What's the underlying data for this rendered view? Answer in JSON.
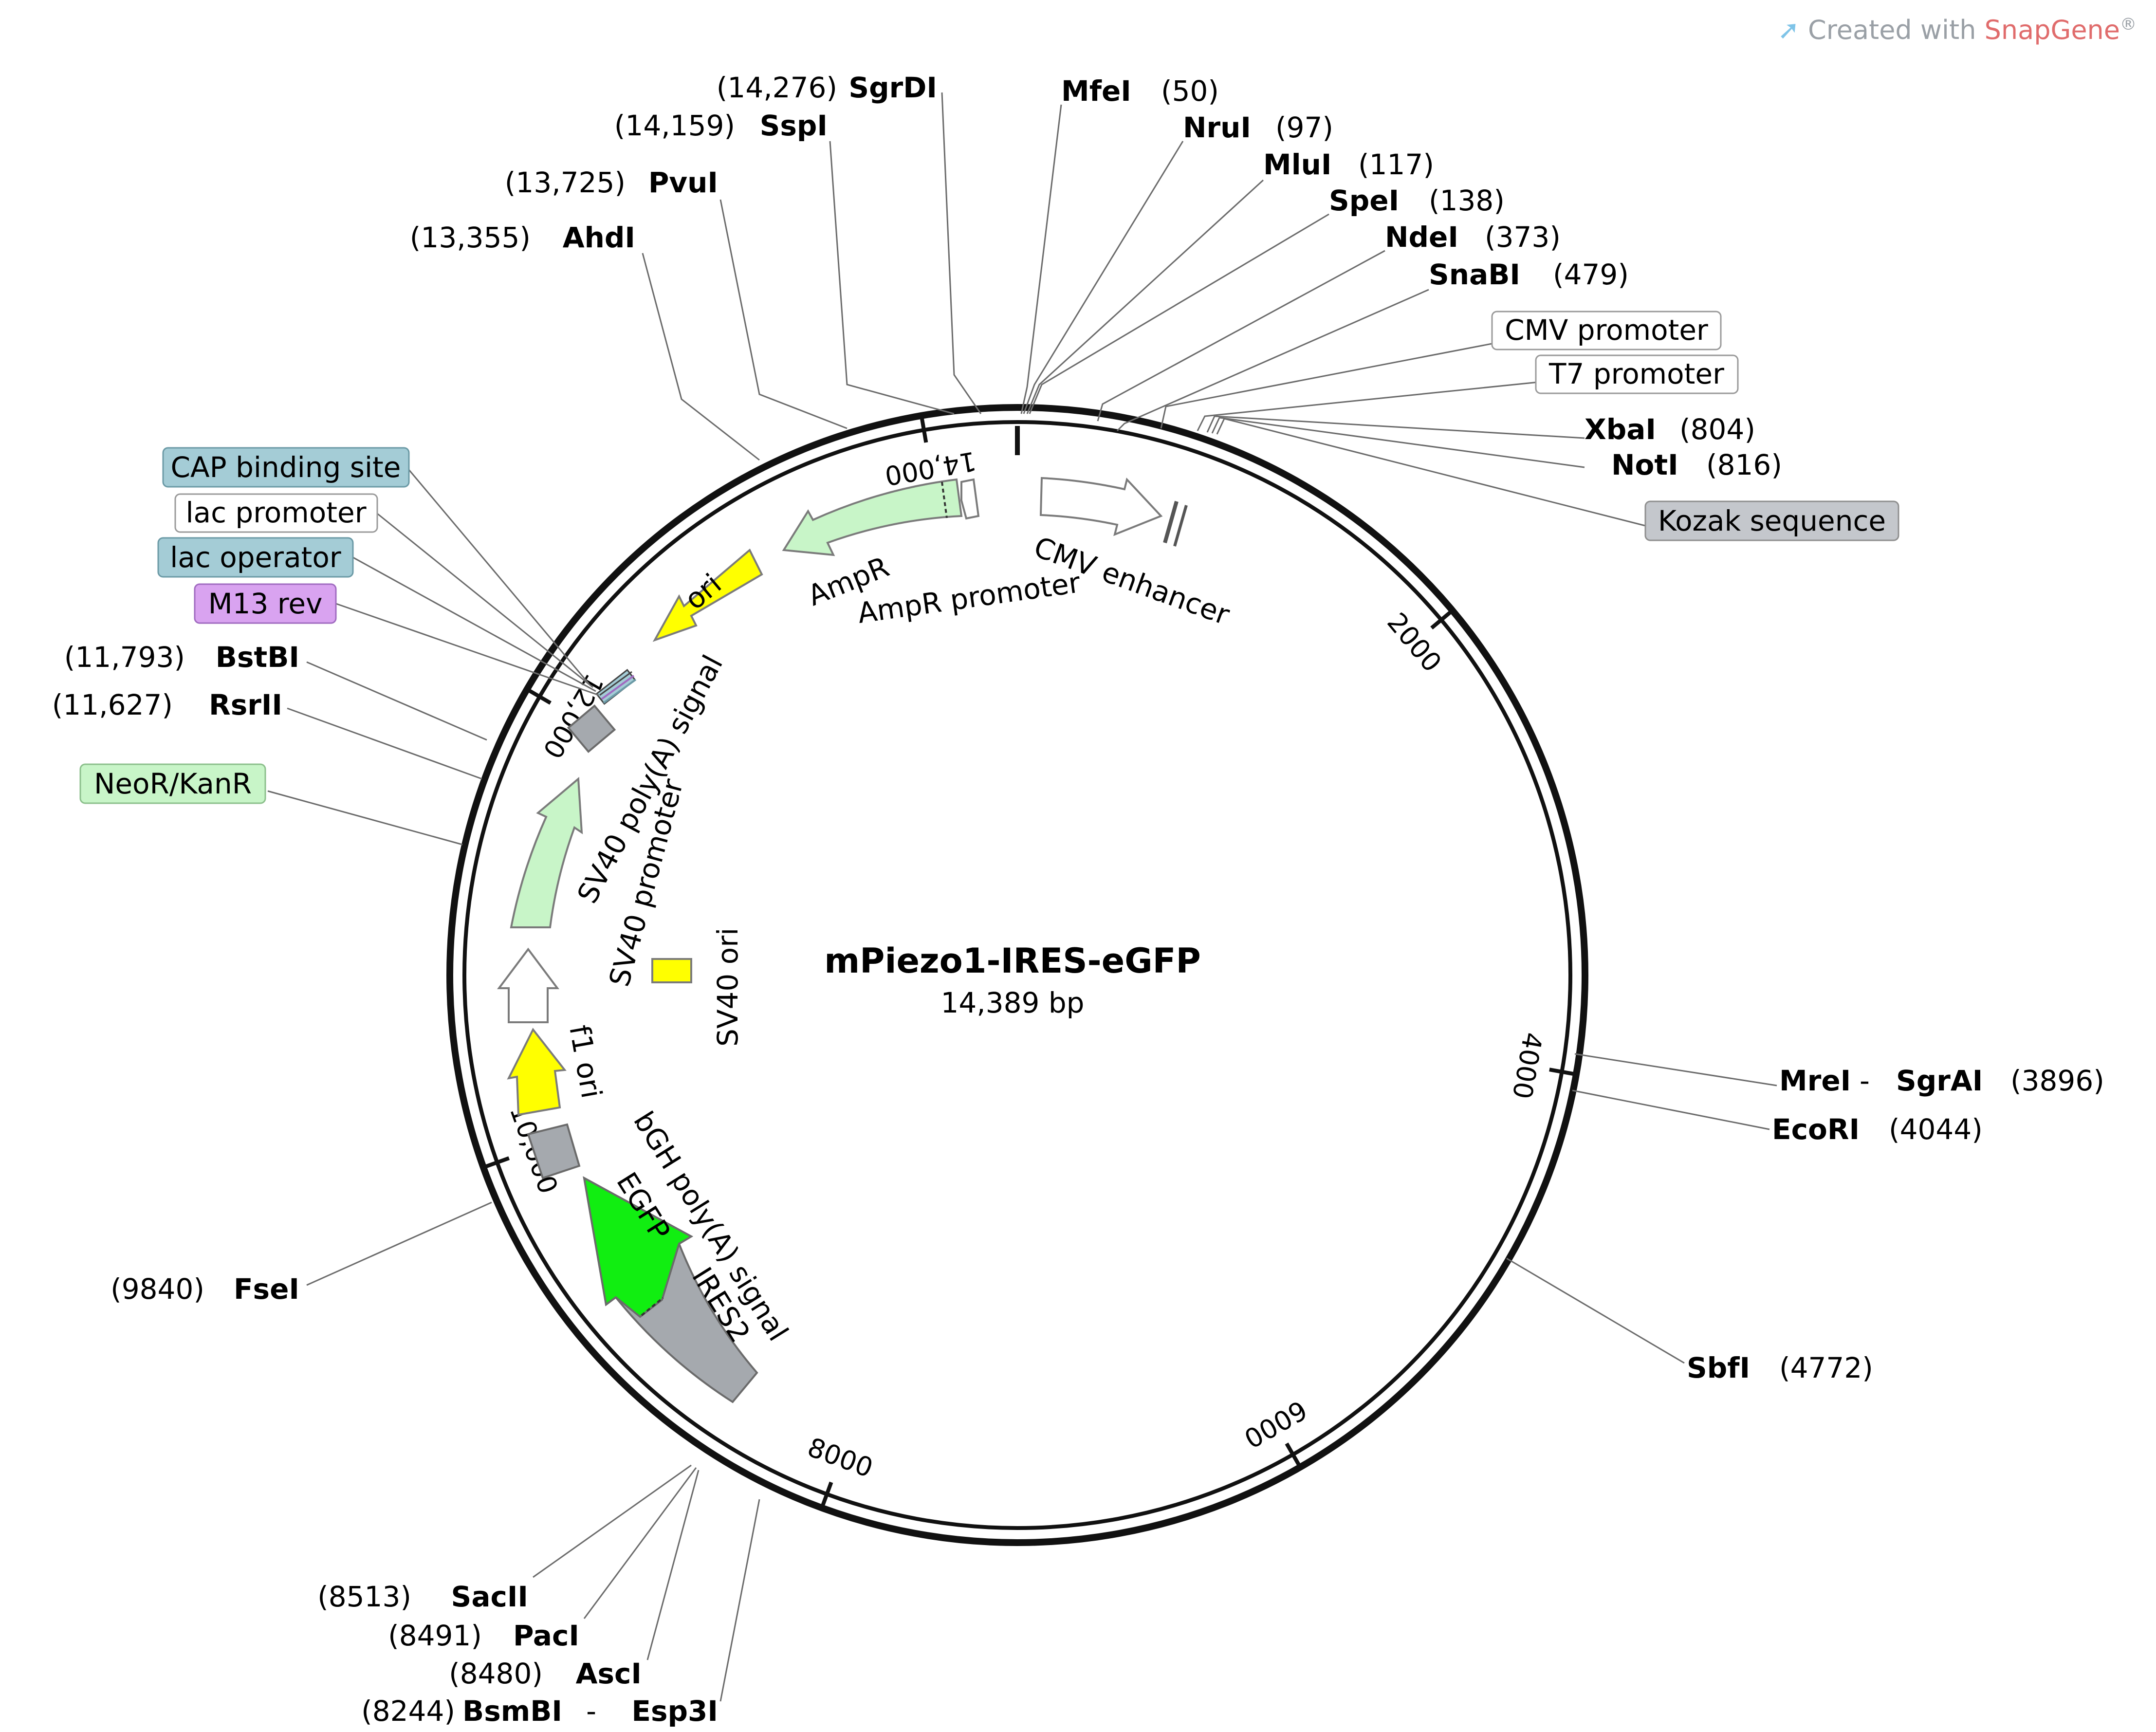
{
  "credit": {
    "prefix": "Created with ",
    "brand": "SnapGene",
    "mark": "®"
  },
  "plasmid": {
    "name": "mPiezo1-IRES-eGFP",
    "size_label": "14,389 bp",
    "length": 14389
  },
  "ticks": [
    {
      "pos": 2000,
      "label": "2000"
    },
    {
      "pos": 4000,
      "label": "4000"
    },
    {
      "pos": 6000,
      "label": "6000"
    },
    {
      "pos": 8000,
      "label": "8000"
    },
    {
      "pos": 10000,
      "label": "10,000"
    },
    {
      "pos": 12000,
      "label": "12,000"
    },
    {
      "pos": 14000,
      "label": "14,000"
    }
  ],
  "enzymes": [
    {
      "name": "SgrDI",
      "pos_label": "(14,276)",
      "pos": 14276
    },
    {
      "name": "SspI",
      "pos_label": "(14,159)",
      "pos": 14159
    },
    {
      "name": "PvuI",
      "pos_label": "(13,725)",
      "pos": 13725
    },
    {
      "name": "AhdI",
      "pos_label": "(13,355)",
      "pos": 13355
    },
    {
      "name": "MfeI",
      "pos_label": "(50)",
      "pos": 50
    },
    {
      "name": "NruI",
      "pos_label": "(97)",
      "pos": 97
    },
    {
      "name": "MluI",
      "pos_label": "(117)",
      "pos": 117
    },
    {
      "name": "SpeI",
      "pos_label": "(138)",
      "pos": 138
    },
    {
      "name": "NdeI",
      "pos_label": "(373)",
      "pos": 373
    },
    {
      "name": "SnaBI",
      "pos_label": "(479)",
      "pos": 479
    },
    {
      "name": "XbaI",
      "pos_label": "(804)",
      "pos": 804
    },
    {
      "name": "NotI",
      "pos_label": "(816)",
      "pos": 816
    },
    {
      "name": "MreI",
      "name2": "SgrAI",
      "sep": " - ",
      "pos_label": "(3896)",
      "pos": 3896
    },
    {
      "name": "EcoRI",
      "pos_label": "(4044)",
      "pos": 4044
    },
    {
      "name": "SbfI",
      "pos_label": "(4772)",
      "pos": 4772
    },
    {
      "name": "SacII",
      "pos_label": "(8513)",
      "pos": 8513
    },
    {
      "name": "PacI",
      "pos_label": "(8491)",
      "pos": 8491
    },
    {
      "name": "AscI",
      "pos_label": "(8480)",
      "pos": 8480
    },
    {
      "name": "BsmBI",
      "name2": "Esp3I",
      "sep": " - ",
      "pos_label": "(8244)",
      "pos": 8244
    },
    {
      "name": "FseI",
      "pos_label": "(9840)",
      "pos": 9840
    },
    {
      "name": "BstBI",
      "pos_label": "(11,793)",
      "pos": 11793
    },
    {
      "name": "RsrII",
      "pos_label": "(11,627)",
      "pos": 11627
    }
  ],
  "boxed_features": [
    {
      "name": "CMV promoter",
      "color": "#ffffff",
      "border": "#9a9a9a"
    },
    {
      "name": "T7 promoter",
      "color": "#ffffff",
      "border": "#9a9a9a"
    },
    {
      "name": "Kozak sequence",
      "color": "#c4c7cc",
      "border": "#8f8f8f"
    },
    {
      "name": "CAP binding site",
      "color": "#a4ccd6",
      "border": "#6b9aa6"
    },
    {
      "name": "lac promoter",
      "color": "#ffffff",
      "border": "#9a9a9a"
    },
    {
      "name": "lac operator",
      "color": "#a4ccd6",
      "border": "#6b9aa6"
    },
    {
      "name": "M13 rev",
      "color": "#d9a3f0",
      "border": "#a06bc0"
    },
    {
      "name": "NeoR/KanR",
      "color": "#c8f5c8",
      "border": "#8cc08c"
    }
  ],
  "features": [
    {
      "name": "CMV enhancer",
      "color": "#ffffff"
    },
    {
      "name": "AmpR",
      "color": "#c8f5c8"
    },
    {
      "name": "AmpR promoter",
      "color": "#ffffff"
    },
    {
      "name": "ori",
      "color": "#ffff00"
    },
    {
      "name": "SV40 poly(A) signal",
      "color": "#a5a9ae"
    },
    {
      "name": "SV40 promoter",
      "color": "#ffffff"
    },
    {
      "name": "SV40 ori",
      "color": "#ffff00"
    },
    {
      "name": "f1 ori",
      "color": "#ffff00"
    },
    {
      "name": "bGH poly(A) signal",
      "color": "#a5a9ae"
    },
    {
      "name": "EGFP",
      "color": "#11ee11"
    },
    {
      "name": "IRES2",
      "color": "#a5a9ae"
    }
  ]
}
